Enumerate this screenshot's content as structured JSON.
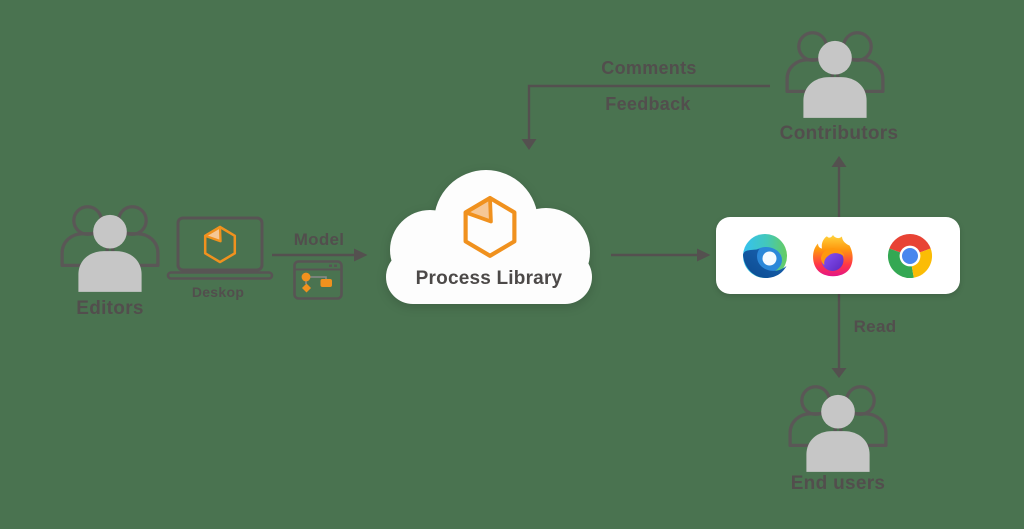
{
  "diagram": {
    "background_color": "#4a7350",
    "colors": {
      "accent_orange": "#f0911e",
      "flap_peach": "#f6c795",
      "line_gray": "#54504f",
      "label_gray": "#524e4d",
      "person_fill": "#c6c6c6",
      "node_white": "#ffffff"
    },
    "nodes": {
      "editors": {
        "label": "Editors",
        "icon": "people-group-icon"
      },
      "desktop": {
        "label": "Deskop",
        "icon": "laptop-icon"
      },
      "modeler_window": {
        "icon": "modeler-window-icon"
      },
      "process_library": {
        "label": "Process Library",
        "icon": "cloud-icon"
      },
      "browsers": {
        "icons": [
          "edge-browser-icon",
          "firefox-browser-icon",
          "chrome-browser-icon"
        ]
      },
      "contributors": {
        "label": "Contributors",
        "icon": "people-group-icon"
      },
      "end_users": {
        "label": "End users",
        "icon": "people-group-icon"
      }
    },
    "edges": {
      "model": {
        "label": "Model",
        "from": "desktop",
        "to": "process_library"
      },
      "comments_feedback": {
        "labels": [
          "Comments",
          "Feedback"
        ],
        "from": "contributors",
        "to": "process_library"
      },
      "publish": {
        "from": "process_library",
        "to": "browsers"
      },
      "contribute": {
        "from": "browsers",
        "to": "contributors"
      },
      "read": {
        "label": "Read",
        "from": "browsers",
        "to": "end_users"
      }
    }
  }
}
